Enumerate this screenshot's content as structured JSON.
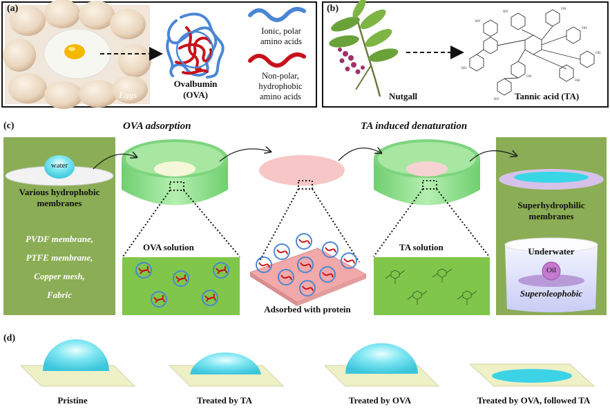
{
  "panel_a": {
    "label": "(a)",
    "eggs_label": "Eggs",
    "ova_label_line1": "Ovalbumin",
    "ova_label_line2": "(OVA)",
    "legend_ionic_line1": "Ionic, polar",
    "legend_ionic_line2": "amino acids",
    "legend_nonpolar_line1": "Non-polar,",
    "legend_nonpolar_line2": "hydrophobic",
    "legend_nonpolar_line3": "amino acids",
    "ionic_color": "#4a86d4",
    "nonpolar_color": "#c8101a"
  },
  "panel_b": {
    "label": "(b)",
    "nutgall_label": "Nutgall",
    "ta_label": "Tannic acid (TA)"
  },
  "panel_c": {
    "label": "(c)",
    "step1_title": "OVA adsorption",
    "step2_title": "TA induced denaturation",
    "water_label": "water",
    "hydrophobic_line1": "Various hydrophobic",
    "hydrophobic_line2": "membranes",
    "membrane_types": [
      "PVDF membrane,",
      "PTFE membrane,",
      "Copper mesh,",
      "Fabric"
    ],
    "ova_solution": "OVA solution",
    "adsorbed_label": "Adsorbed with protein",
    "ta_solution": "TA solution",
    "superhydrophilic_line1": "Superhydrophilic",
    "superhydrophilic_line2": "membranes",
    "underwater_label": "Underwater",
    "oil_label": "Oil",
    "superoleophobic_label": "Superoleophobic"
  },
  "panel_d": {
    "label": "(d)",
    "captions": [
      "Pristine",
      "Treated by TA",
      "Treated by OVA",
      "Treated by OVA, followed TA"
    ]
  }
}
